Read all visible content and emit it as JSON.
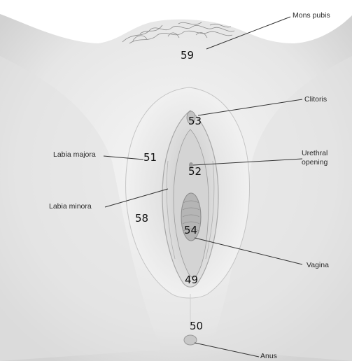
{
  "labels": {
    "mons_pubis": "Mons pubis",
    "clitoris": "Clitoris",
    "labia_majora": "Labia majora",
    "urethral_line1": "Urethral",
    "urethral_line2": "opening",
    "labia_minora": "Labia minora",
    "vagina": "Vagina",
    "anus": "Anus"
  },
  "numbers": {
    "n59": "59",
    "n53": "53",
    "n51": "51",
    "n52": "52",
    "n58": "58",
    "n54": "54",
    "n49": "49",
    "n50": "50"
  },
  "colors": {
    "skin_light": "#f4f4f4",
    "skin_mid": "#dcdcdc",
    "skin_dark": "#b9b9b9",
    "leader_line": "#333333"
  }
}
